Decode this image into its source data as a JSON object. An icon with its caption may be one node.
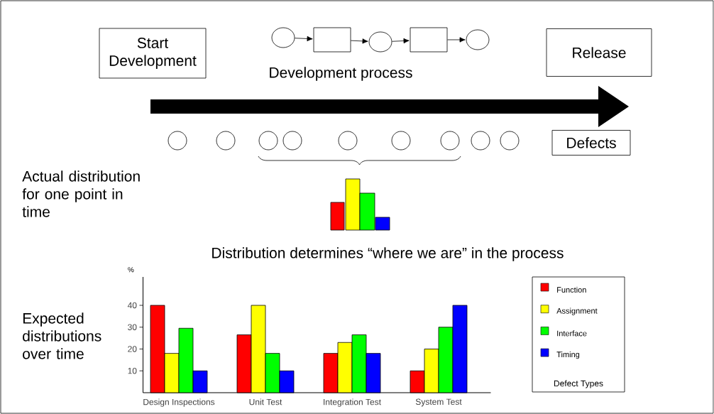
{
  "diagram": {
    "nodes": [
      {
        "text": [
          "Start Development"
        ]
      },
      {
        "text": [
          "Release"
        ]
      },
      {
        "text": [
          "Defects"
        ]
      },
      {
        "text": [],
        "shape": "circle"
      },
      {
        "text": [],
        "shape": "box"
      },
      {
        "text": [],
        "shape": "circle"
      },
      {
        "text": [],
        "shape": "box"
      },
      {
        "text": [],
        "shape": "circle"
      }
    ],
    "edges": [
      {
        "from": 3,
        "to": 4,
        "arrow": "to"
      },
      {
        "from": 4,
        "to": 5,
        "arrow": "to"
      },
      {
        "from": 5,
        "to": 6,
        "arrow": "to"
      },
      {
        "from": 6,
        "to": 7,
        "arrow": "to"
      }
    ],
    "labels": [
      "Development process",
      "Actual distribution for one point in time",
      "Distribution determines “where we are” in the process",
      "Expected distributions over time",
      "Defect Types"
    ],
    "chart_data": {
      "type": "bar",
      "ylabel": "%",
      "categories": [
        "Design Inspections",
        "Unit Test",
        "Integration Test",
        "System Test"
      ],
      "series": [
        {
          "color": "#ff0000",
          "values": [
            40,
            26.5,
            18,
            10
          ]
        },
        {
          "color": "#ffff00",
          "values": [
            18,
            40,
            23,
            20
          ]
        },
        {
          "color": "#00ff00",
          "values": [
            29.5,
            18,
            26.5,
            30
          ]
        },
        {
          "color": "#0000ff",
          "values": [
            10,
            10,
            18,
            40
          ]
        }
      ],
      "ylim": [
        0,
        53
      ],
      "yticks": [
        10,
        20,
        30,
        40
      ]
    },
    "legend": [
      {
        "text": "Function",
        "color": "#ff0000"
      },
      {
        "text": "Assignment",
        "color": "#ffff00"
      },
      {
        "text": "Interface",
        "color": "#00ff00"
      },
      {
        "text": "Timing",
        "color": "#0000ff"
      }
    ]
  }
}
